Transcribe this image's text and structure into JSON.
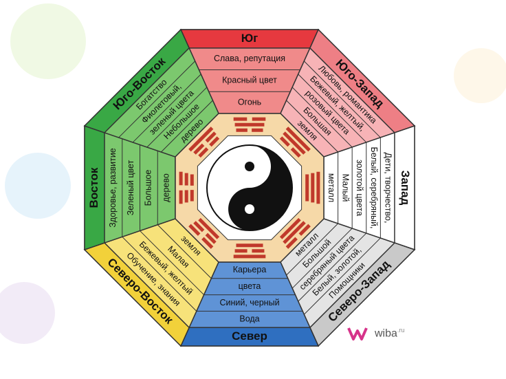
{
  "zones": {
    "south": {
      "direction": "Юг",
      "lines": [
        "Слава, репутация",
        "Красный цвет",
        "Огонь"
      ],
      "color": "#e6393f",
      "light": "#f08a8a"
    },
    "southwest": {
      "direction": "Юго-Запад",
      "lines": [
        "Любовь, романтика",
        "Бежевый, желтый,",
        "розовый цвета",
        "Большая",
        "земля"
      ],
      "color": "#ee7f85",
      "light": "#f7b3b6"
    },
    "west": {
      "direction": "Запад",
      "lines": [
        "Дети, творчество,",
        "Белый, серебряный,",
        "золотой цвета",
        "Малый",
        "металл"
      ],
      "color": "#ffffff",
      "light": "#ffffff"
    },
    "northwest": {
      "direction": "Северо-Запад",
      "lines": [
        "Помощники",
        "Белый, золотой,",
        "серебряный цвета",
        "Большой",
        "металл"
      ],
      "color": "#c9c9c9",
      "light": "#e4e4e4"
    },
    "north": {
      "direction": "Север",
      "lines": [
        "Вода",
        "Синий, черный",
        "цвета",
        "Карьера"
      ],
      "color": "#2f6fc0",
      "light": "#5f93d6"
    },
    "northeast": {
      "direction": "Северо-Восток",
      "lines": [
        "Обучение, знания",
        "Бежевый, желтый",
        "Малая",
        "земля"
      ],
      "color": "#f2d13a",
      "light": "#f7e27a"
    },
    "east": {
      "direction": "Восток",
      "lines": [
        "Здоровье, развитие",
        "Зеленый цвет",
        "Большое",
        "дерево"
      ],
      "color": "#39a845",
      "light": "#7cc86e"
    },
    "southeast": {
      "direction": "Юго-Восток",
      "lines": [
        "Богатство",
        "Фиолетовый,",
        "зеленый цвета",
        "Небольшое",
        "дерево"
      ],
      "color": "#39a845",
      "light": "#7cc86e"
    }
  },
  "center": {
    "trigram_color": "#c0392b",
    "ring_color": "#f6d9a8"
  },
  "logo": {
    "name": "wiba",
    "tld": ".ru"
  }
}
